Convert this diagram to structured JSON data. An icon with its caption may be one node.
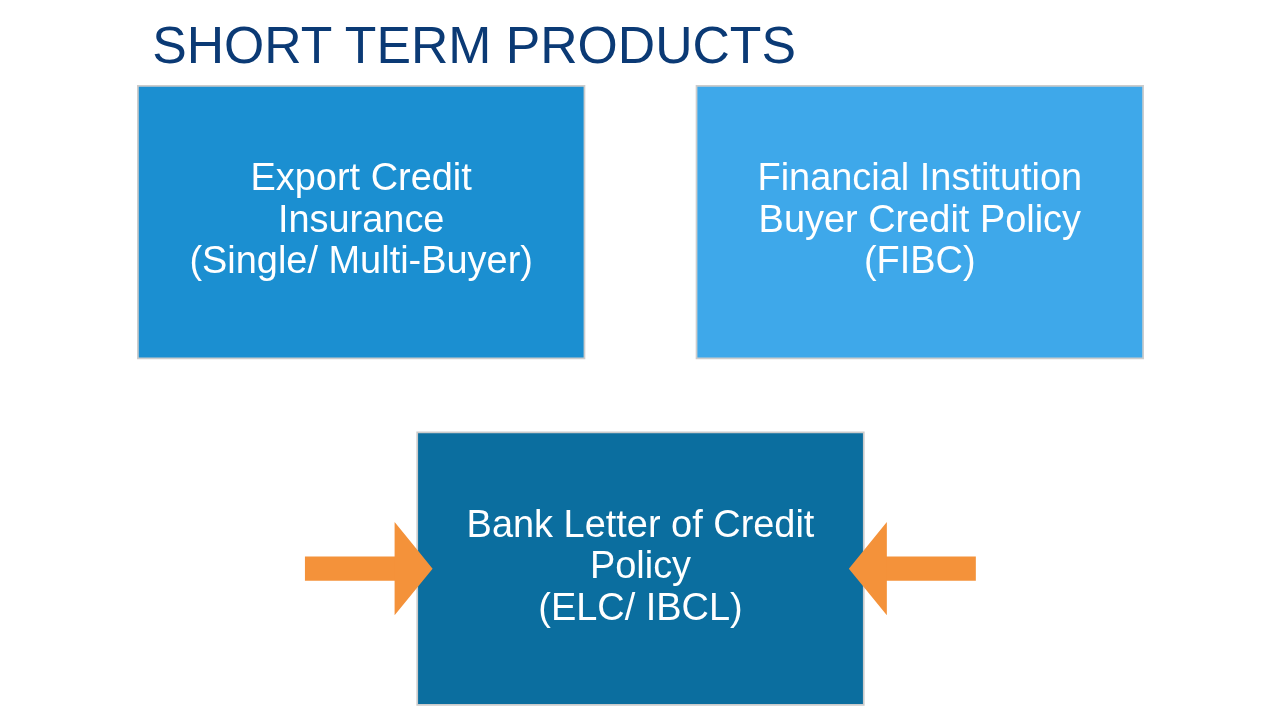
{
  "diagram": {
    "title": "SHORT TERM PRODUCTS",
    "nodes": [
      {
        "text": [
          "Export Credit Insurance",
          "(Single/ Multi-Buyer)"
        ]
      },
      {
        "text": [
          "Financial Institution Buyer Credit Policy",
          "(FIBC)"
        ]
      },
      {
        "text": [
          "Bank Letter of Credit Policy",
          "(ELC/ IBCL)"
        ]
      }
    ],
    "edges": [
      {
        "from": null,
        "to": 2,
        "arrow": "to"
      },
      {
        "from": null,
        "to": 2,
        "arrow": "to"
      }
    ]
  }
}
